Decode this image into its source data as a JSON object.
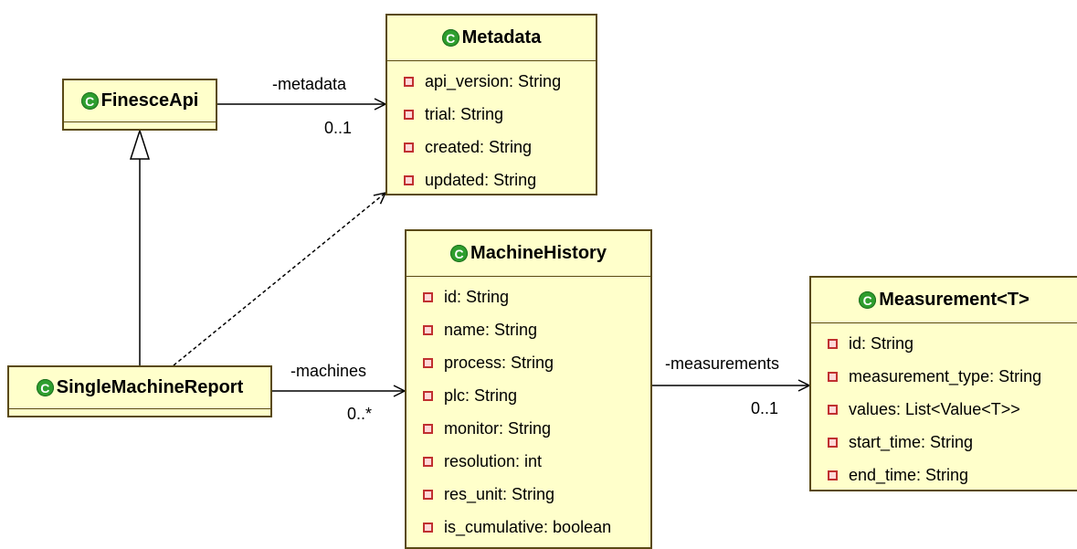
{
  "classes": {
    "metadata": {
      "name": "Metadata",
      "attributes": [
        "api_version: String",
        "trial: String",
        "created: String",
        "updated: String"
      ]
    },
    "finesce_api": {
      "name": "FinesceApi"
    },
    "machine_history": {
      "name": "MachineHistory",
      "attributes": [
        "id: String",
        "name: String",
        "process: String",
        "plc: String",
        "monitor: String",
        "resolution: int",
        "res_unit: String",
        "is_cumulative: boolean"
      ]
    },
    "single_machine_report": {
      "name": "SingleMachineReport"
    },
    "measurement": {
      "name": "Measurement<T>",
      "attributes": [
        "id: String",
        "measurement_type: String",
        "values: List<Value<T>>",
        "start_time: String",
        "end_time: String"
      ]
    }
  },
  "relations": {
    "metadata_role": "-metadata",
    "metadata_mult": "0..1",
    "machines_role": "-machines",
    "machines_mult": "0..*",
    "measurements_role": "-measurements",
    "measurements_mult": "0..1"
  },
  "icon_letter": "C",
  "colors": {
    "class_fill": "#ffffcb",
    "class_border": "#5a4a14",
    "class_icon": "#2e9e2e",
    "attribute_marker": "#c03030"
  }
}
